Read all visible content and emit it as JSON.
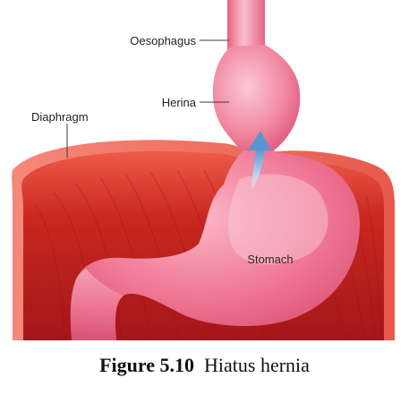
{
  "labels": {
    "oesophagus": "Oesophagus",
    "hernia": "Herina",
    "diaphragm": "Diaphragm",
    "stomach": "Stomach"
  },
  "caption": {
    "number": "Figure 5.10",
    "title": "Hiatus hernia"
  },
  "colors": {
    "muscle_dark": "#b01e1e",
    "muscle_light": "#f05a4a",
    "tissue_pink": "#f06e8c",
    "tissue_highlight": "#fbc7d3",
    "arrow_blue": "#6fa7d8",
    "leader_line": "#3a3a3a"
  }
}
